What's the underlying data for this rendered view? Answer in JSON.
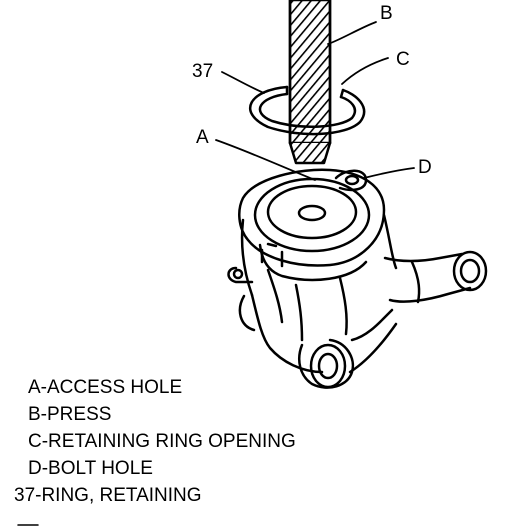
{
  "callouts": {
    "b": "B",
    "c": "C",
    "ring": "37",
    "a": "A",
    "d": "D"
  },
  "legend": {
    "a": "A-ACCESS HOLE",
    "b": "B-PRESS",
    "c": "C-RETAINING RING OPENING",
    "d": "D-BOLT HOLE",
    "ring": "37-RING, RETAINING"
  },
  "footer_mark": "—"
}
